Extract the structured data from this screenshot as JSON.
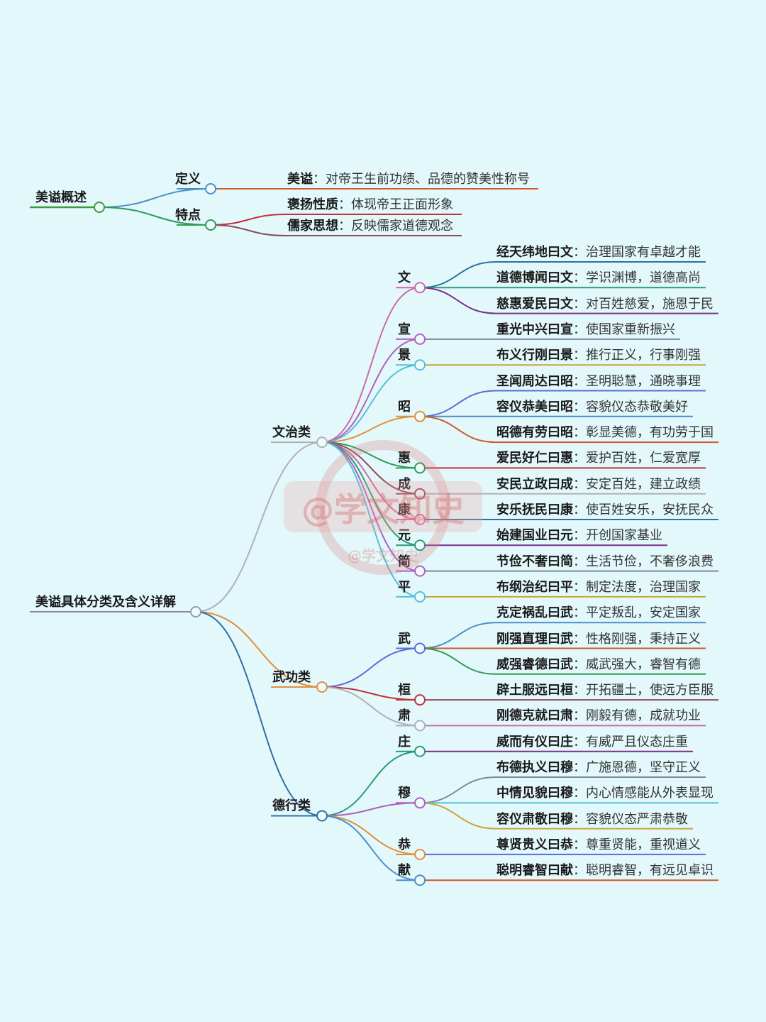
{
  "tree": [
    {
      "label": "美谥概述",
      "children": [
        {
          "label": "定义",
          "children": [
            {
              "key": "美谥",
              "desc": "对帝王生前功绩、品德的赞美性称号"
            }
          ]
        },
        {
          "label": "特点",
          "children": [
            {
              "key": "褒扬性质",
              "desc": "体现帝王正面形象"
            },
            {
              "key": "儒家思想",
              "desc": "反映儒家道德观念"
            }
          ]
        }
      ]
    },
    {
      "label": "美谥具体分类及含义详解",
      "children": [
        {
          "label": "文治类",
          "children": [
            {
              "label": "文",
              "children": [
                {
                  "key": "经天纬地曰文",
                  "desc": "治理国家有卓越才能"
                },
                {
                  "key": "道德博闻曰文",
                  "desc": "学识渊博，道德高尚"
                },
                {
                  "key": "慈惠爱民曰文",
                  "desc": "对百姓慈爱，施恩于民"
                }
              ]
            },
            {
              "label": "宣",
              "children": [
                {
                  "key": "重光中兴曰宣",
                  "desc": "使国家重新振兴"
                }
              ]
            },
            {
              "label": "景",
              "children": [
                {
                  "key": "布义行刚曰景",
                  "desc": "推行正义，行事刚强"
                }
              ]
            },
            {
              "label": "昭",
              "children": [
                {
                  "key": "圣闻周达曰昭",
                  "desc": "圣明聪慧，通晓事理"
                },
                {
                  "key": "容仪恭美曰昭",
                  "desc": "容貌仪态恭敬美好"
                },
                {
                  "key": "昭德有劳曰昭",
                  "desc": "彰显美德，有功劳于国"
                }
              ]
            },
            {
              "label": "惠",
              "children": [
                {
                  "key": "爱民好仁曰惠",
                  "desc": "爱护百姓，仁爱宽厚"
                }
              ]
            },
            {
              "label": "成",
              "children": [
                {
                  "key": "安民立政曰成",
                  "desc": "安定百姓，建立政绩"
                }
              ]
            },
            {
              "label": "康",
              "children": [
                {
                  "key": "安乐抚民曰康",
                  "desc": "使百姓安乐，安抚民众"
                }
              ]
            },
            {
              "label": "元",
              "children": [
                {
                  "key": "始建国业曰元",
                  "desc": "开创国家基业"
                }
              ]
            },
            {
              "label": "简",
              "children": [
                {
                  "key": "节俭不奢曰简",
                  "desc": "生活节俭，不奢侈浪费"
                }
              ]
            },
            {
              "label": "平",
              "children": [
                {
                  "key": "布纲治纪曰平",
                  "desc": "制定法度，治理国家"
                }
              ]
            }
          ]
        },
        {
          "label": "武功类",
          "children": [
            {
              "label": "武",
              "children": [
                {
                  "key": "克定祸乱曰武",
                  "desc": "平定叛乱，安定国家"
                },
                {
                  "key": "刚强直理曰武",
                  "desc": "性格刚强，秉持正义"
                },
                {
                  "key": "威强睿德曰武",
                  "desc": "威武强大，睿智有德"
                }
              ]
            },
            {
              "label": "桓",
              "children": [
                {
                  "key": "辟土服远曰桓",
                  "desc": "开拓疆土，使远方臣服"
                }
              ]
            },
            {
              "label": "肃",
              "children": [
                {
                  "key": "刚德克就曰肃",
                  "desc": "刚毅有德，成就功业"
                }
              ]
            }
          ]
        },
        {
          "label": "德行类",
          "children": [
            {
              "label": "庄",
              "children": [
                {
                  "key": "威而有仪曰庄",
                  "desc": "有威严且仪态庄重"
                }
              ]
            },
            {
              "label": "穆",
              "children": [
                {
                  "key": "布德执义曰穆",
                  "desc": "广施恩德，坚守正义"
                },
                {
                  "key": "中情见貌曰穆",
                  "desc": "内心情感能从外表显现"
                },
                {
                  "key": "容仪肃敬曰穆",
                  "desc": "容貌仪态严肃恭敬"
                }
              ]
            },
            {
              "label": "恭",
              "children": [
                {
                  "key": "尊贤贵义曰恭",
                  "desc": "尊重贤能，重视道义"
                }
              ]
            },
            {
              "label": "献",
              "children": [
                {
                  "key": "聪明睿智曰献",
                  "desc": "聪明睿智，有远见卓识"
                }
              ]
            }
          ]
        }
      ]
    }
  ],
  "separator": "：",
  "watermark": {
    "main": "@学文知史",
    "sub": "@学文知史"
  },
  "colors": {
    "background": "#e3f8fb",
    "root_line": "#3f9a3f",
    "palette": [
      "#4a90c8",
      "#d0582b",
      "#2e9b55",
      "#c0323c",
      "#8a4a5a",
      "#b0b0b8",
      "#d068a8",
      "#2e6fa8",
      "#2a9a78",
      "#7a2e8a",
      "#b060c0",
      "#7d8b9a",
      "#55c0d8",
      "#c9a43a",
      "#e0903a",
      "#5b6bd8"
    ]
  }
}
